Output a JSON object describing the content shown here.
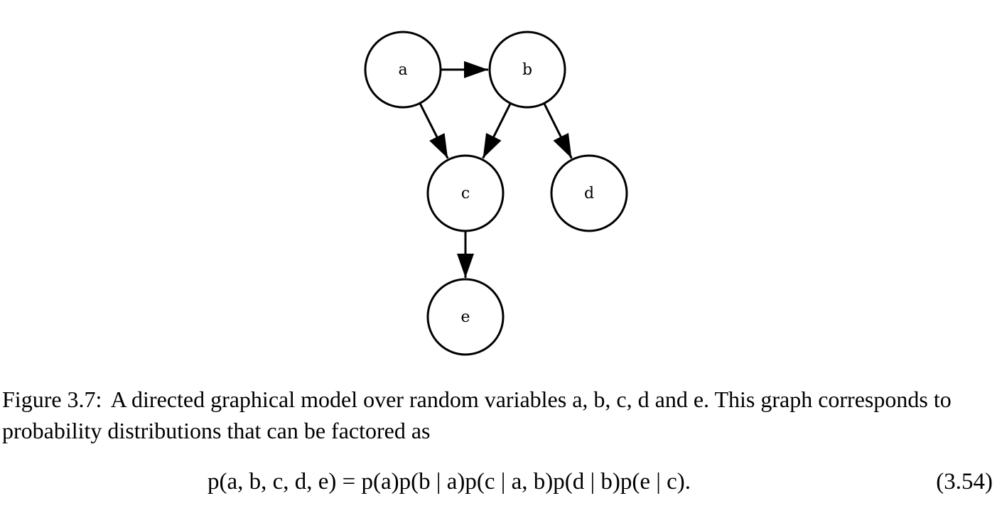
{
  "figure": {
    "nodes": [
      {
        "id": "a",
        "label": "a"
      },
      {
        "id": "b",
        "label": "b"
      },
      {
        "id": "c",
        "label": "c"
      },
      {
        "id": "d",
        "label": "d"
      },
      {
        "id": "e",
        "label": "e"
      }
    ],
    "edges": [
      {
        "from": "a",
        "to": "b"
      },
      {
        "from": "a",
        "to": "c"
      },
      {
        "from": "b",
        "to": "c"
      },
      {
        "from": "b",
        "to": "d"
      },
      {
        "from": "c",
        "to": "e"
      }
    ]
  },
  "caption": {
    "label": "Figure 3.7:",
    "text": "A directed graphical model over random variables a, b, c, d and e. This graph corresponds to probability distributions that can be factored as"
  },
  "equation": {
    "body": "p(a, b, c, d, e) = p(a)p(b | a)p(c | a, b)p(d | b)p(e | c).",
    "number": "(3.54)"
  }
}
